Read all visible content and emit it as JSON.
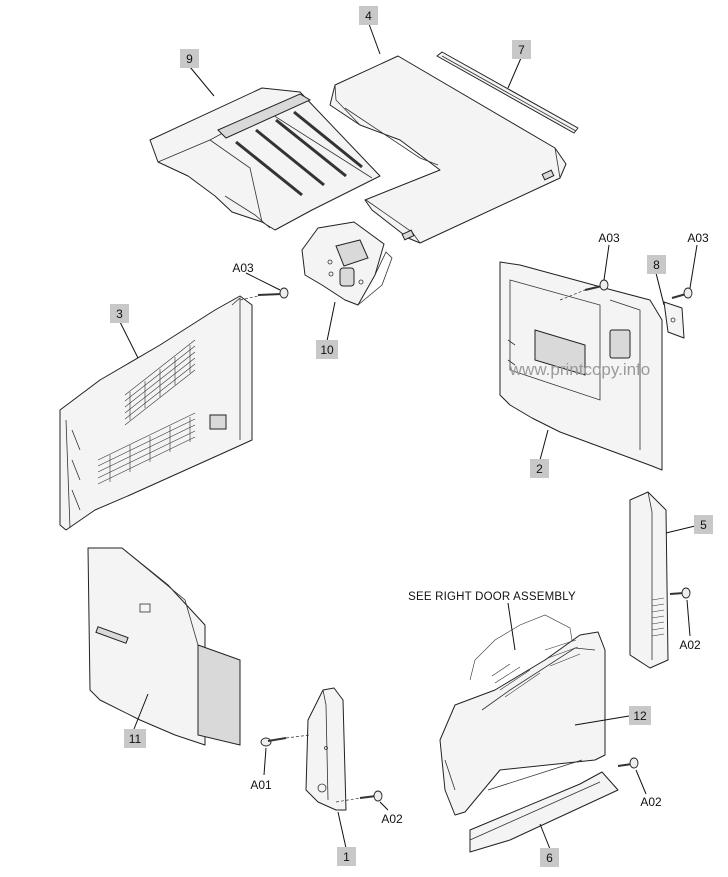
{
  "watermark": "www.printcopy.info",
  "note": "SEE RIGHT DOOR ASSEMBLY",
  "callouts": {
    "c1": "1",
    "c2": "2",
    "c3": "3",
    "c4": "4",
    "c5": "5",
    "c6": "6",
    "c7": "7",
    "c8": "8",
    "c9": "9",
    "c10": "10",
    "c11": "11",
    "c12": "12"
  },
  "labels": {
    "a03_left": "A03",
    "a03_mid": "A03",
    "a03_right": "A03",
    "a01": "A01",
    "a02_bracket": "A02",
    "a02_side": "A02",
    "a02_bottom": "A02"
  }
}
